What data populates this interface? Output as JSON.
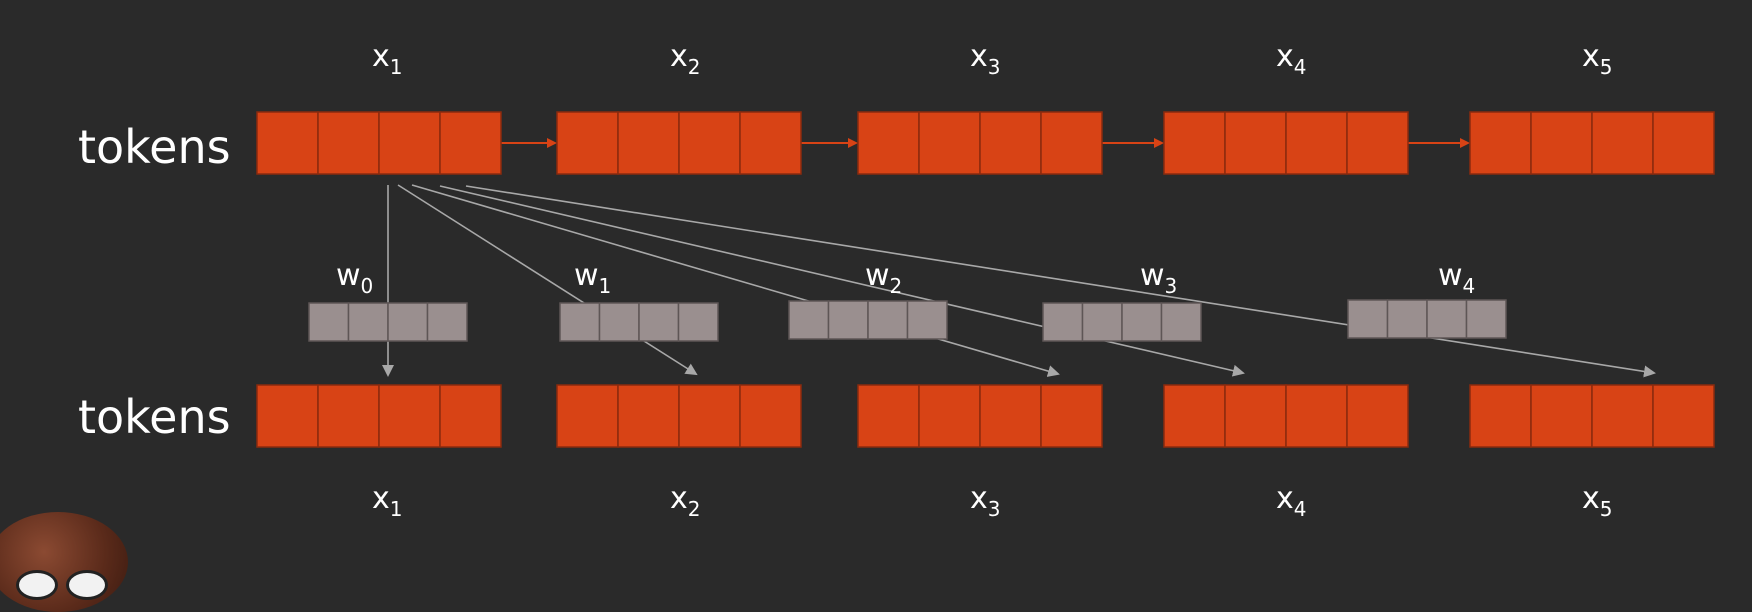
{
  "row_labels": {
    "top": "tokens",
    "bottom": "tokens"
  },
  "top_labels": [
    {
      "base": "x",
      "sub": "1"
    },
    {
      "base": "x",
      "sub": "2"
    },
    {
      "base": "x",
      "sub": "3"
    },
    {
      "base": "x",
      "sub": "4"
    },
    {
      "base": "x",
      "sub": "5"
    }
  ],
  "bottom_labels": [
    {
      "base": "x",
      "sub": "1"
    },
    {
      "base": "x",
      "sub": "2"
    },
    {
      "base": "x",
      "sub": "3"
    },
    {
      "base": "x",
      "sub": "4"
    },
    {
      "base": "x",
      "sub": "5"
    }
  ],
  "weight_labels": [
    {
      "base": "w",
      "sub": "0"
    },
    {
      "base": "w",
      "sub": "1"
    },
    {
      "base": "w",
      "sub": "2"
    },
    {
      "base": "w",
      "sub": "3"
    },
    {
      "base": "w",
      "sub": "4"
    }
  ],
  "cells_per_vector": 4,
  "colors": {
    "background": "#2a2a2a",
    "token": "#d84315",
    "weight": "#9a8f8f",
    "arrow": "#a8a8a8"
  }
}
